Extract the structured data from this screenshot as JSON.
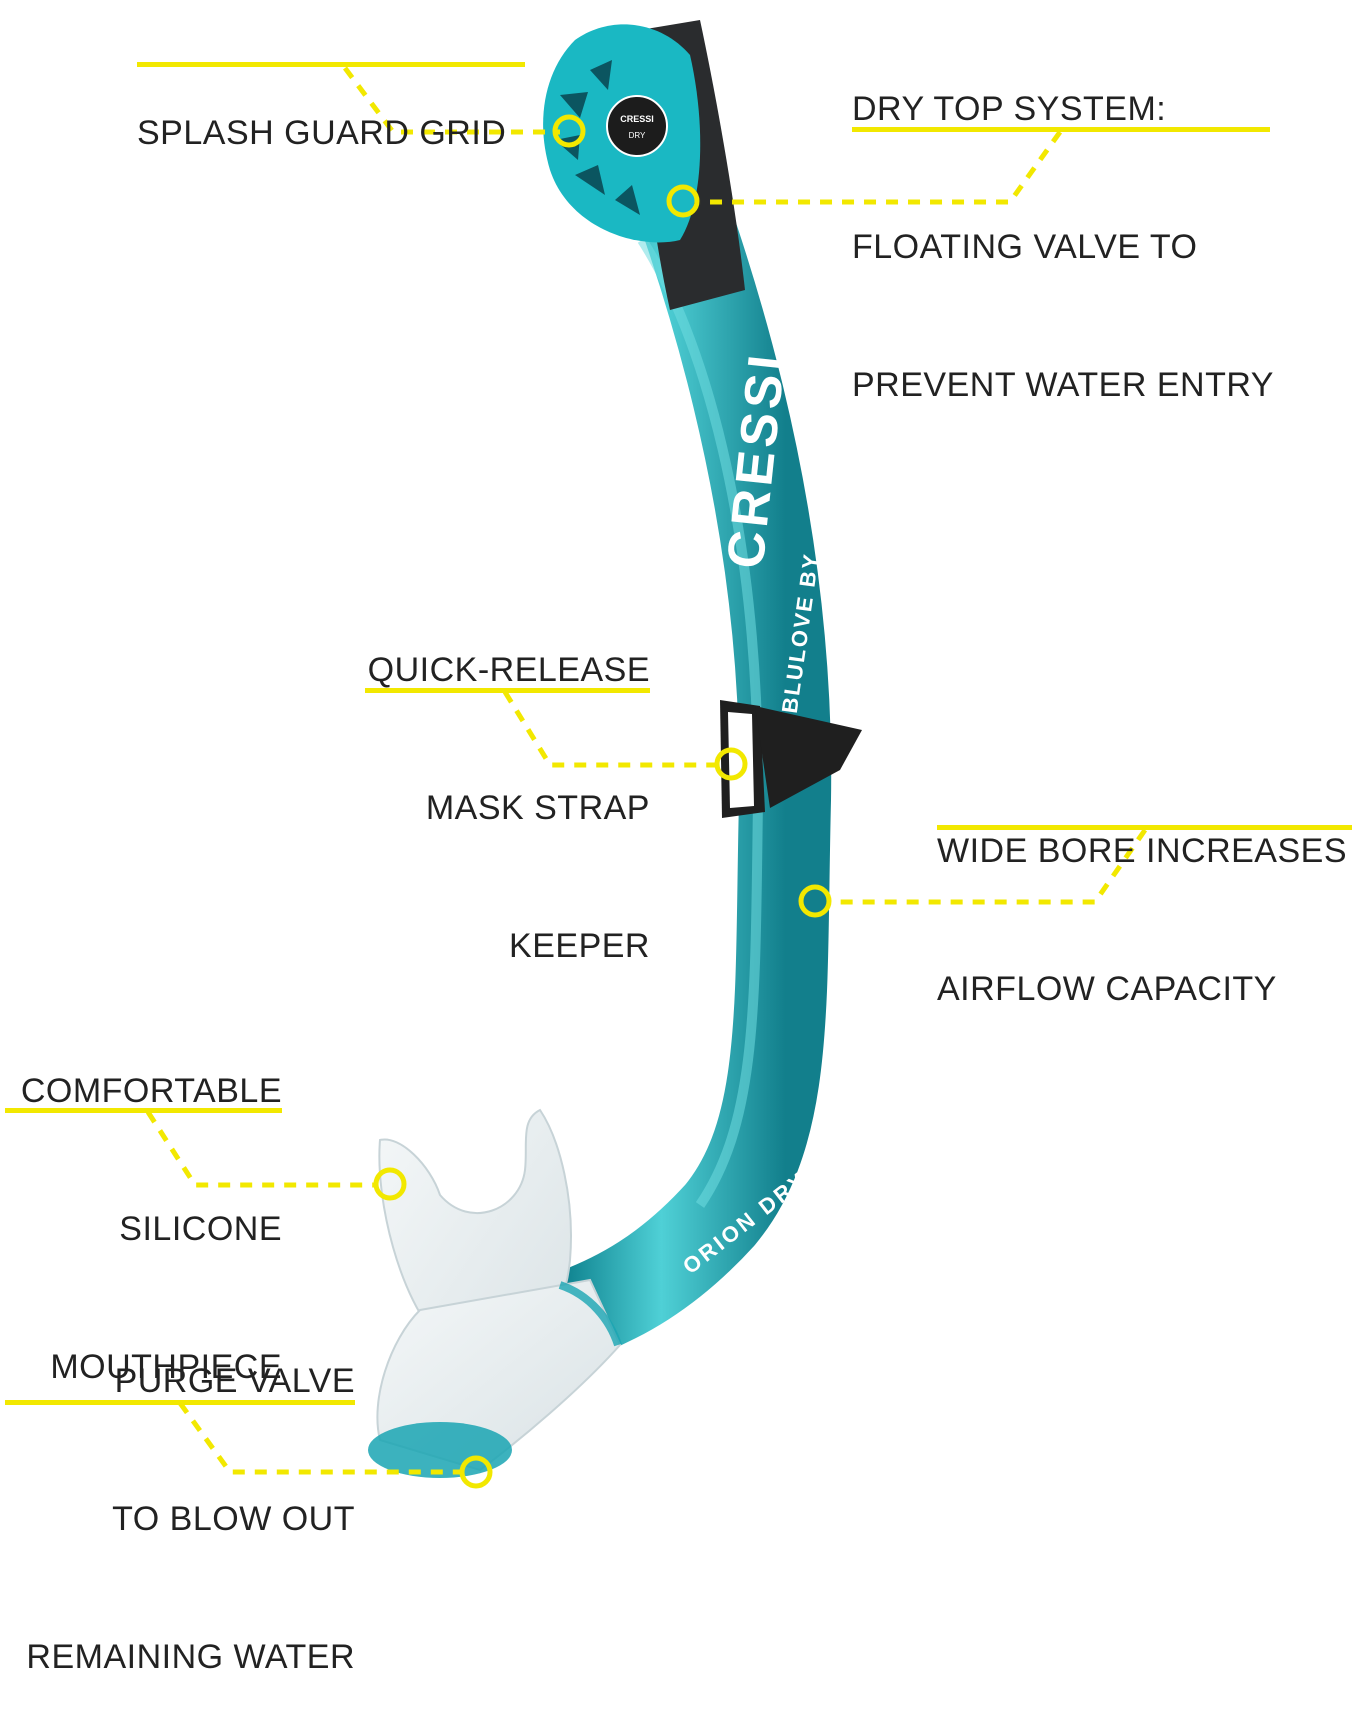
{
  "colors": {
    "accent": "#f2e800",
    "tube": "#1aa5b3",
    "tube_light": "#4fd0d6",
    "tube_dark": "#0c7f8c",
    "black_part": "#2a2c2e",
    "clear_silicone": "#e9eef0",
    "text": "#222222"
  },
  "labels": {
    "splash_guard": {
      "lines": [
        "SPLASH GUARD GRID"
      ]
    },
    "dry_top": {
      "lines": [
        "DRY TOP SYSTEM:",
        "FLOATING VALVE TO",
        "PREVENT WATER ENTRY"
      ]
    },
    "mask_strap": {
      "lines": [
        "QUICK-RELEASE",
        "MASK STRAP",
        "KEEPER"
      ]
    },
    "wide_bore": {
      "lines": [
        "WIDE BORE INCREASES",
        "AIRFLOW CAPACITY"
      ]
    },
    "mouthpiece": {
      "lines": [
        "COMFORTABLE",
        "SILICONE",
        "MOUTHPIECE"
      ]
    },
    "purge_valve": {
      "lines": [
        "PURGE VALVE",
        "TO BLOW OUT",
        "REMAINING WATER"
      ]
    }
  },
  "product_text": {
    "brand_main": "CRESSI",
    "brand_sub": "BLULOVE BY",
    "model": "ORION DRY",
    "badge": "CRESSI DRY"
  },
  "icons": [
    "snorkel-product-image",
    "callout-marker-icon",
    "strap-keeper-clip-icon",
    "dry-valve-badge-icon"
  ]
}
